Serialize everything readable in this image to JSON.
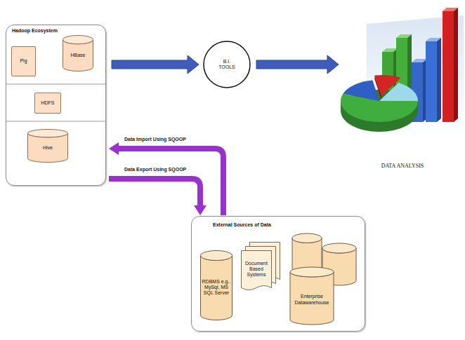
{
  "diagram": {
    "nodes": [
      {
        "text": [
          "Hadoop Ecosystem"
        ]
      },
      {
        "text": [
          "Pig"
        ],
        "in": 0
      },
      {
        "text": [
          "HBase"
        ],
        "in": 0
      },
      {
        "text": [
          "HDFS"
        ],
        "in": 0
      },
      {
        "text": [
          "Hive"
        ],
        "in": 0
      },
      {
        "text": [
          "B.I. TOOLS"
        ]
      },
      {
        "text": [
          "DATA ANALYSIS"
        ]
      },
      {
        "text": [
          "External Sources of Data"
        ]
      },
      {
        "text": [
          "RDBMS e.g.. MySql, MS SQL Server"
        ],
        "in": 7
      },
      {
        "text": [
          "Document Based Systems"
        ],
        "in": 7
      },
      {
        "text": [
          "Enterprise Datawarehouse"
        ],
        "in": 7
      }
    ],
    "edges": [
      {
        "from": 0,
        "to": 5,
        "arrow": "to"
      },
      {
        "from": 5,
        "to": 6,
        "arrow": "to"
      },
      {
        "from": 7,
        "to": 0,
        "label": "Data Import Using SQOOP",
        "arrow": "to"
      },
      {
        "from": 0,
        "to": 7,
        "label": "Data Export Using SQOOP",
        "arrow": "to"
      }
    ]
  }
}
